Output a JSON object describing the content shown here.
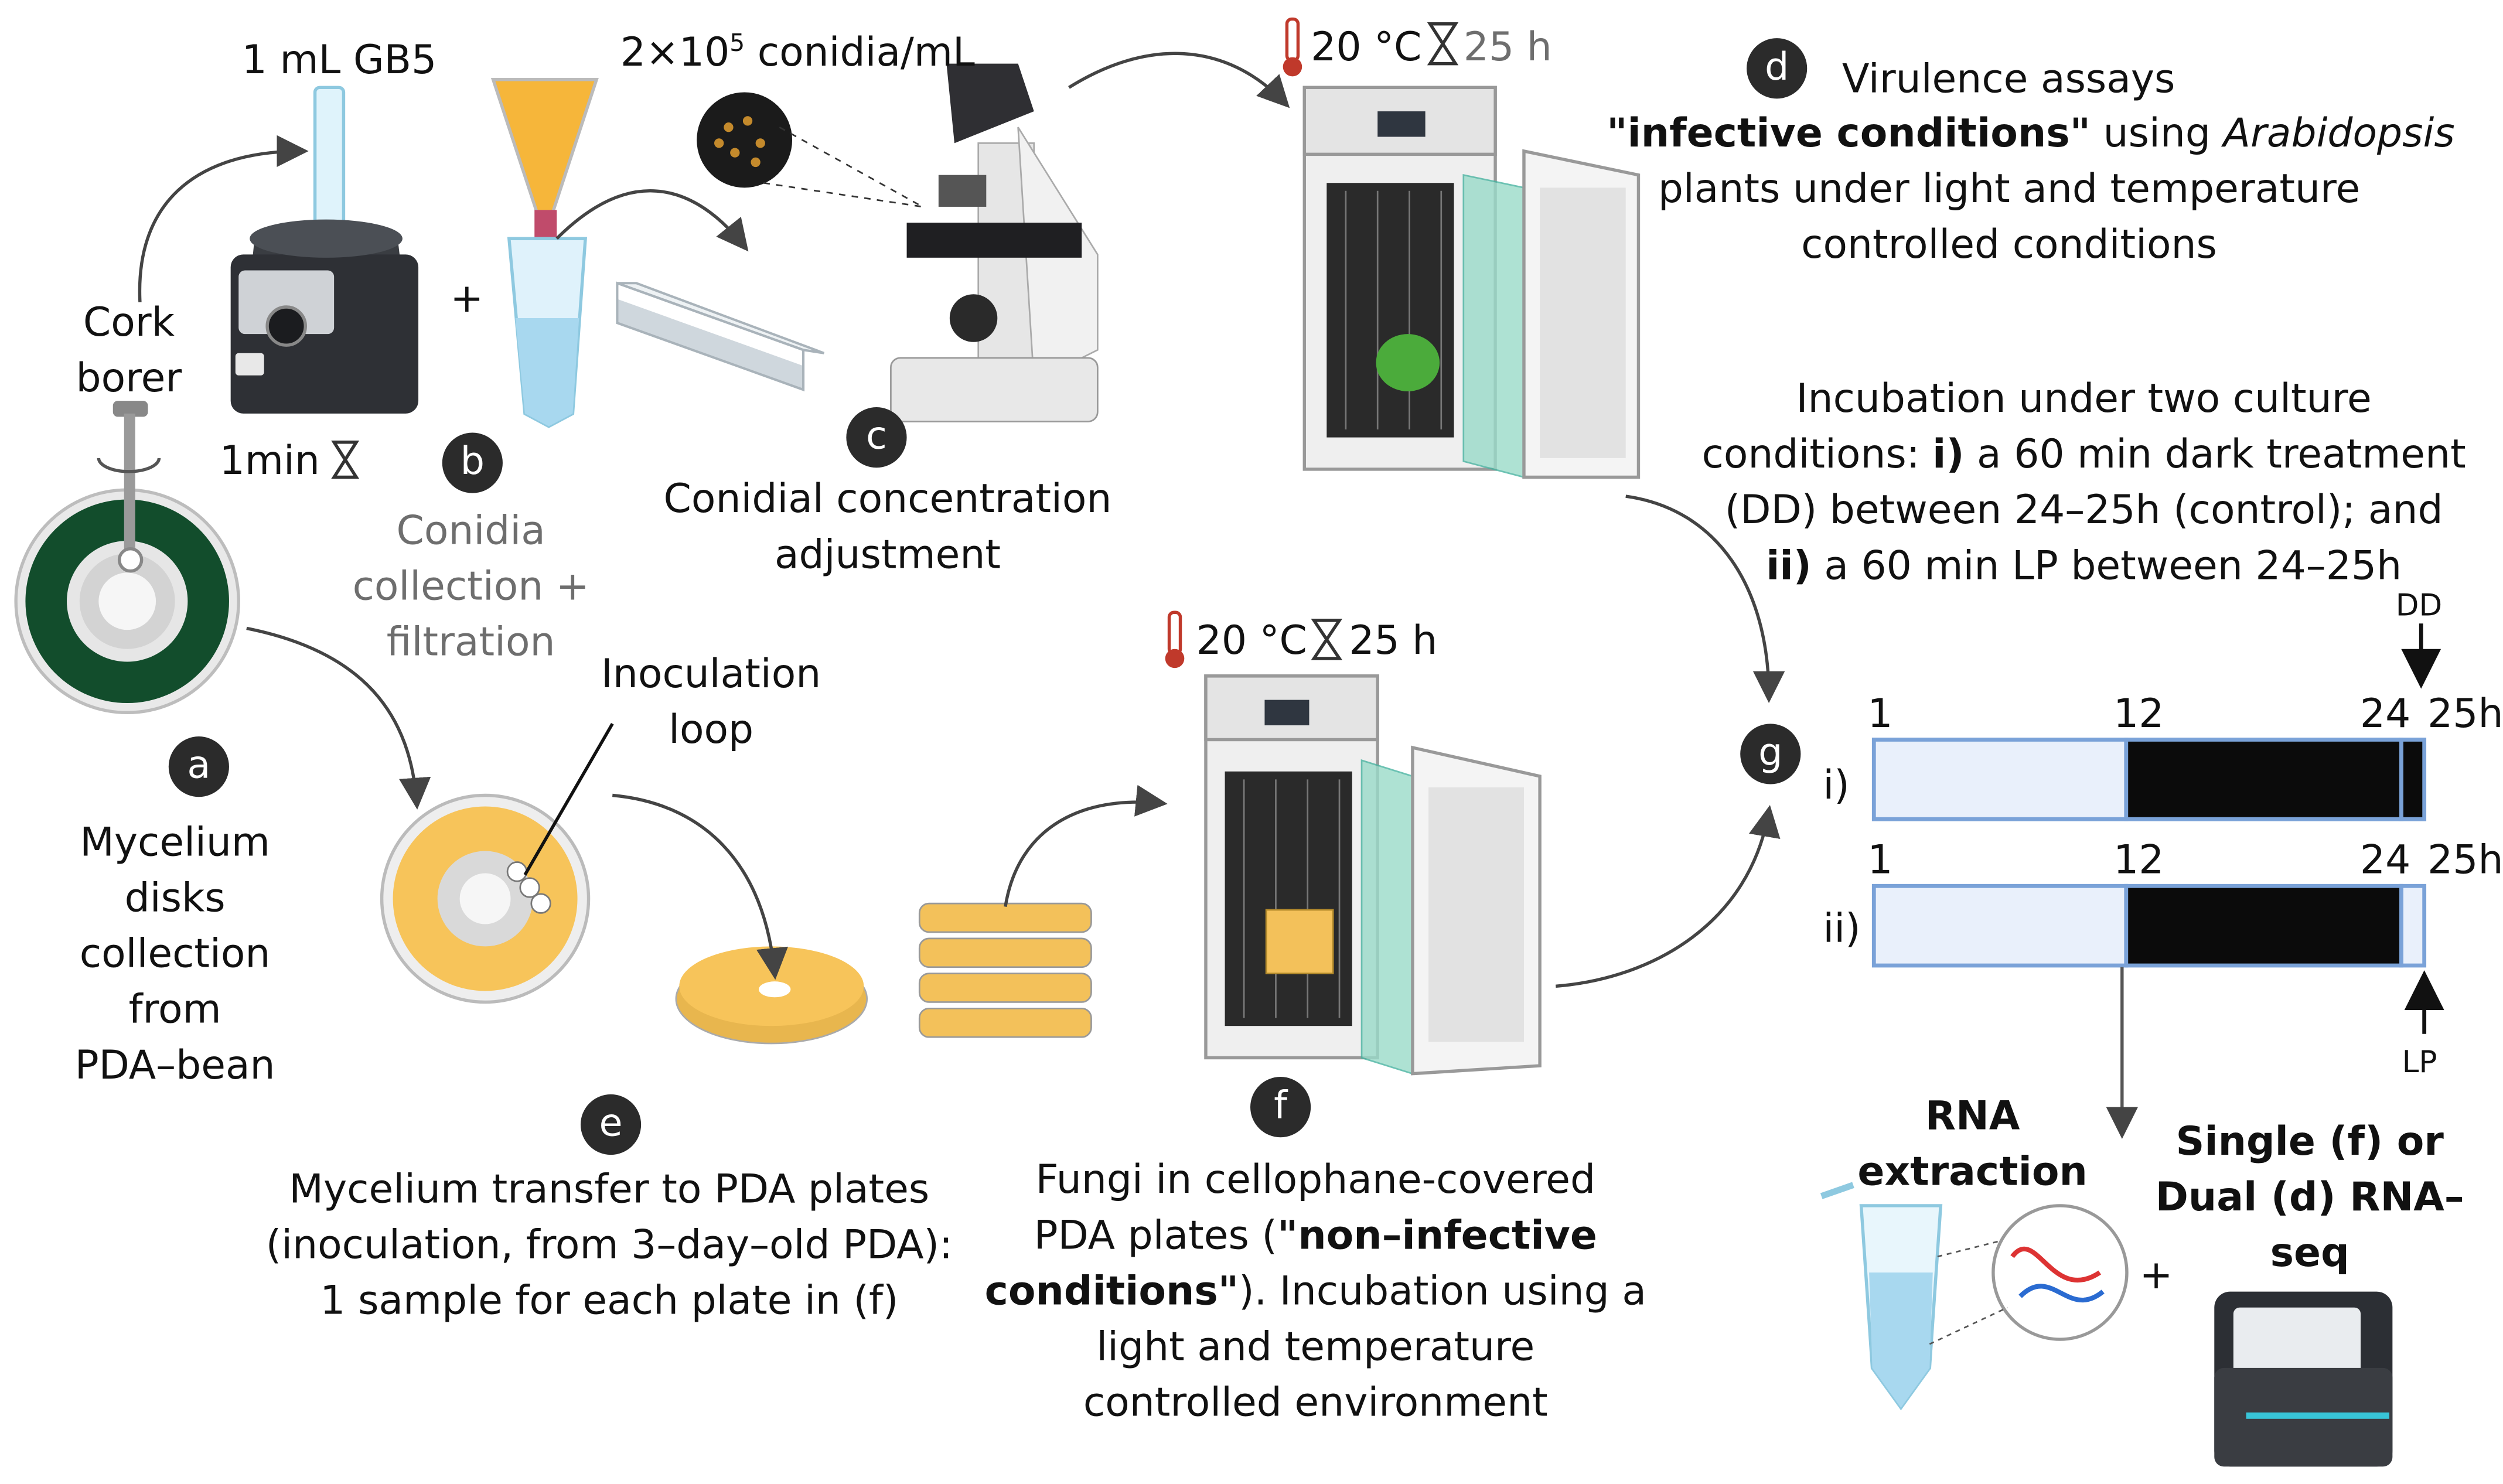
{
  "labels": {
    "a": "a",
    "b": "b",
    "c": "c",
    "d": "d",
    "e": "e",
    "f": "f",
    "g": "g"
  },
  "step_a": {
    "tool_line1": "Cork",
    "tool_line2": "borer",
    "caption": [
      "Mycelium",
      "disks",
      "collection",
      "from",
      "PDA–bean"
    ]
  },
  "step_b": {
    "volume": "1 mL GB5",
    "plus": "+",
    "time": "1min",
    "caption": [
      "Conidia",
      "collection +",
      "filtration"
    ]
  },
  "step_c": {
    "concentration_prefix": "2×10",
    "concentration_exp": "5",
    "concentration_suffix": " conidia/mL",
    "caption": [
      "Conidial concentration",
      "adjustment"
    ]
  },
  "step_d": {
    "temperature": "20 °C",
    "duration": "25 h",
    "title": "Virulence assays",
    "line2_bold": "\"infective conditions\"",
    "line2_mid": " using ",
    "line2_italic": "Arabidopsis",
    "line3": "plants under light and temperature",
    "line4": "controlled conditions"
  },
  "step_e": {
    "tool_line1": "Inoculation",
    "tool_line2": "loop",
    "caption": [
      "Mycelium transfer to PDA plates",
      "(inoculation, from 3–day–old PDA):",
      "1 sample for each plate in (f)"
    ]
  },
  "step_f": {
    "temperature": "20 °C",
    "duration": "25 h",
    "line1": "Fungi in cellophane-covered",
    "line2_pre": "PDA plates (",
    "line2_bold": "\"non–infective",
    "line3_bold": "conditions\"",
    "line3_post": "). Incubation using a",
    "line4": "light and temperature",
    "line5": "controlled environment"
  },
  "step_g": {
    "line1": "Incubation under two culture",
    "line2_pre": "conditions: ",
    "line2_bold": "i)",
    "line2_post": " a 60 min dark treatment",
    "line3": "(DD) between 24–25h (control); and",
    "line4_bold": "ii)",
    "line4_post": " a 60 min LP between 24–25h",
    "dd_label": "DD",
    "lp_label": "LP",
    "row_i": "i)",
    "row_ii": "ii)",
    "ticks": [
      "1",
      "12",
      "24",
      "25h"
    ]
  },
  "chart_data": {
    "type": "timeline",
    "rows": [
      {
        "name": "i)",
        "segments": [
          {
            "start": 1,
            "end": 12,
            "state": "light"
          },
          {
            "start": 12,
            "end": 24,
            "state": "dark"
          },
          {
            "start": 24,
            "end": 25,
            "state": "dark"
          }
        ],
        "marker": "DD"
      },
      {
        "name": "ii)",
        "segments": [
          {
            "start": 1,
            "end": 12,
            "state": "light"
          },
          {
            "start": 12,
            "end": 24,
            "state": "dark"
          },
          {
            "start": 24,
            "end": 25,
            "state": "light"
          }
        ],
        "marker": "LP"
      }
    ]
  },
  "outputs": {
    "rna_line1": "RNA",
    "rna_line2": "extraction",
    "plus": "+",
    "seq_line1": "Single (f) or",
    "seq_line2": "Dual (d) RNA–",
    "seq_line3": "seq"
  },
  "colors": {
    "dark_green": "#0f4d2e",
    "agar_yellow": "#f7c45a",
    "timeline_light": "#e9f0fb",
    "timeline_border": "#7aa2d8",
    "incubator_glass": "#93d7c8",
    "badge": "#2b2b2b"
  }
}
